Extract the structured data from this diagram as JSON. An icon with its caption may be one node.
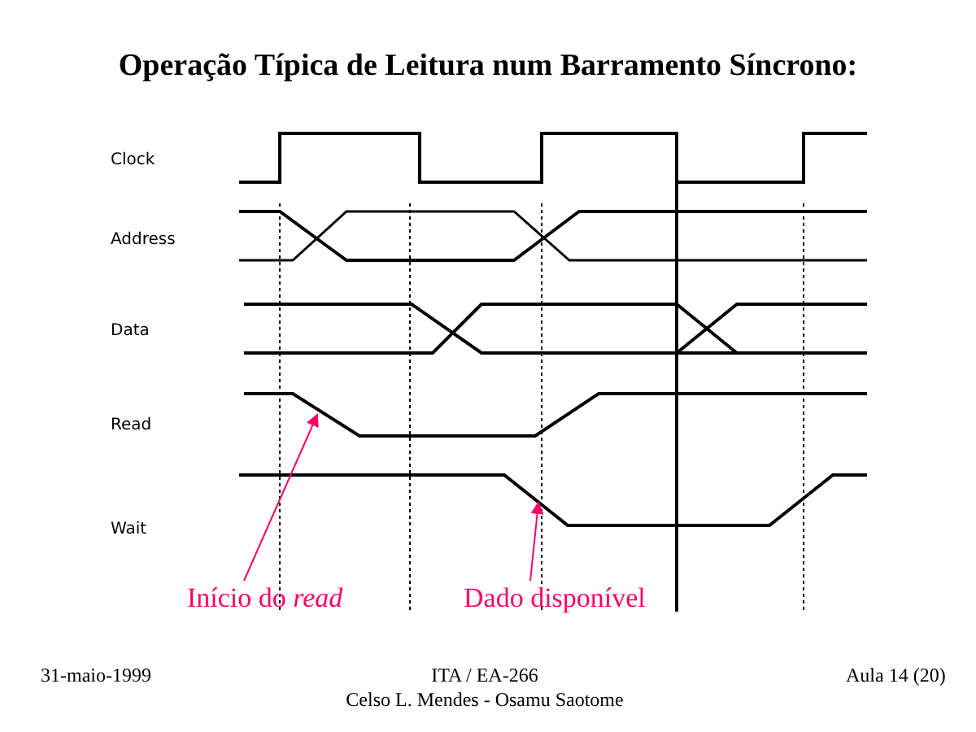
{
  "diagram": {
    "title": "Operação Típica de Leitura num Barramento Síncrono:",
    "nodes": [
      {
        "text": [
          "Início do *read*"
        ]
      },
      {
        "text": [
          "Dado disponível"
        ]
      }
    ],
    "edges": [
      {
        "from": 0,
        "to": null,
        "arrow": "to"
      },
      {
        "from": 1,
        "to": null,
        "arrow": "to"
      }
    ],
    "labels": [
      "Clock",
      "Address",
      "Data",
      "Read",
      "Wait",
      "31-maio-1999",
      "ITA / EA-266",
      "Celso L. Mendes - Osamu Saotome",
      "Aula 14 (20)"
    ]
  }
}
